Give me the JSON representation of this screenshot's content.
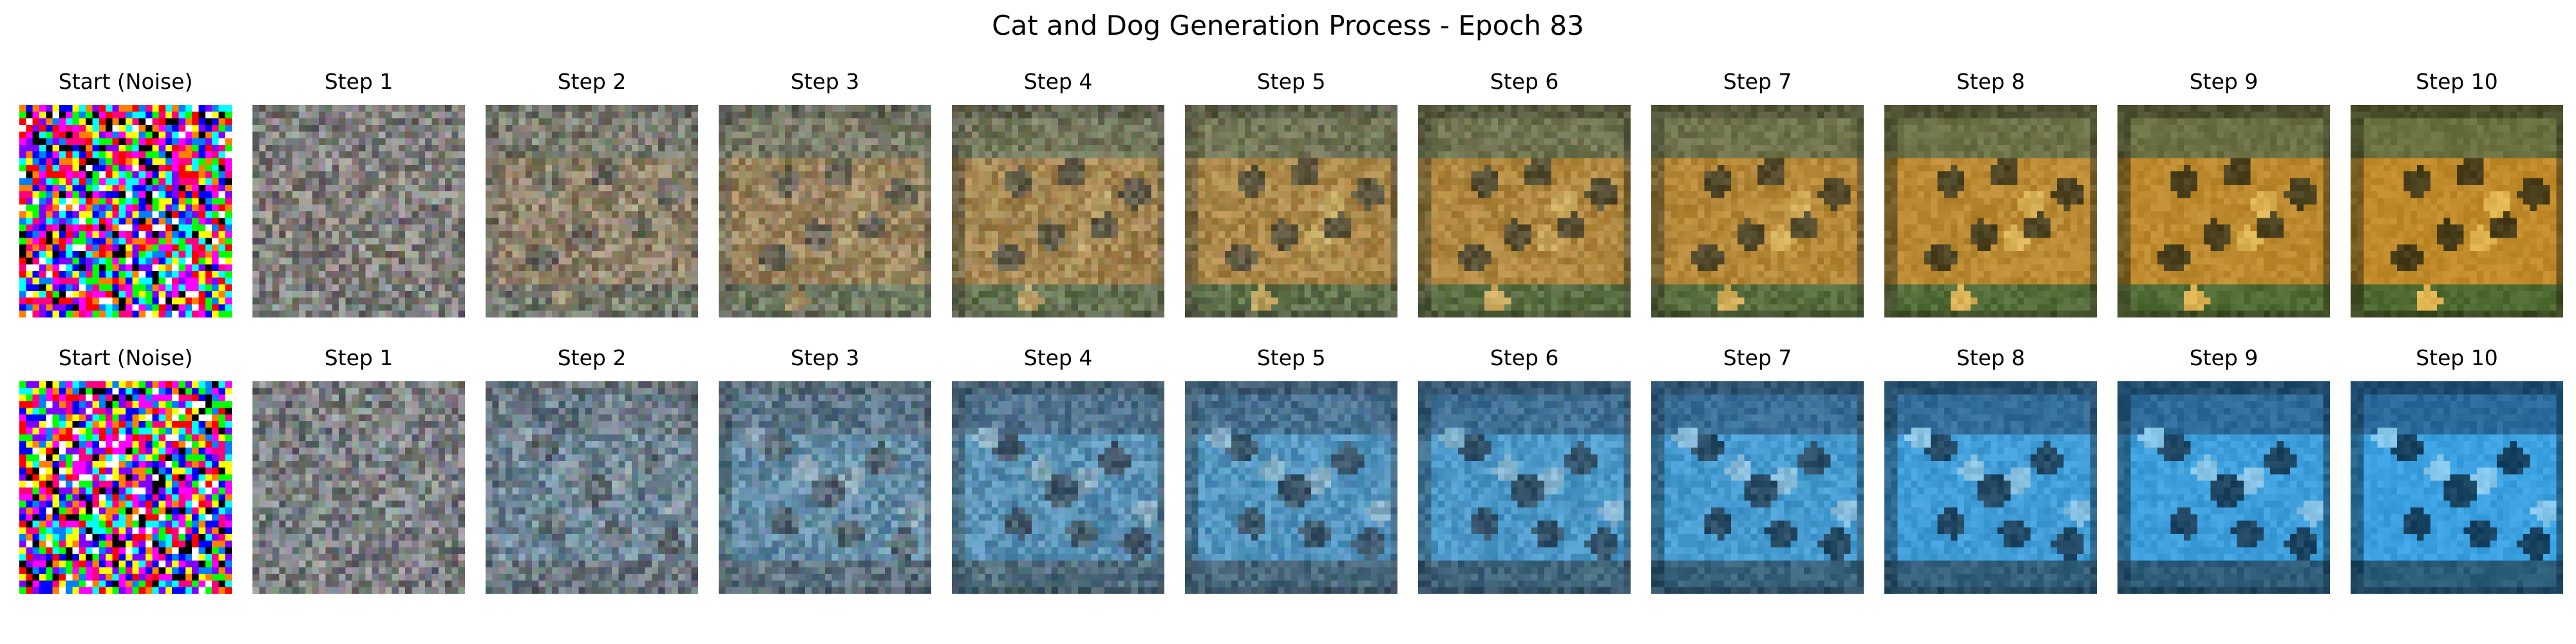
{
  "figure": {
    "title": "Cat and Dog Generation Process - Epoch 83"
  },
  "rows": [
    {
      "id": "cat",
      "palette": {
        "noise_base": "#808080",
        "sky": "#6a7040",
        "body": "#c08a2a",
        "shadow": "#2a2a14",
        "highlight": "#f0c860",
        "grass": "#4e6a30"
      },
      "panels": [
        {
          "title": "Start (Noise)",
          "kind": "noise"
        },
        {
          "title": "Step 1",
          "kind": "gen",
          "progress": 0.05
        },
        {
          "title": "Step 2",
          "kind": "gen",
          "progress": 0.25
        },
        {
          "title": "Step 3",
          "kind": "gen",
          "progress": 0.4
        },
        {
          "title": "Step 4",
          "kind": "gen",
          "progress": 0.55
        },
        {
          "title": "Step 5",
          "kind": "gen",
          "progress": 0.65
        },
        {
          "title": "Step 6",
          "kind": "gen",
          "progress": 0.75
        },
        {
          "title": "Step 7",
          "kind": "gen",
          "progress": 0.83
        },
        {
          "title": "Step 8",
          "kind": "gen",
          "progress": 0.9
        },
        {
          "title": "Step 9",
          "kind": "gen",
          "progress": 0.95
        },
        {
          "title": "Step 10",
          "kind": "gen",
          "progress": 1.0
        }
      ]
    },
    {
      "id": "dog",
      "palette": {
        "noise_base": "#808080",
        "sky": "#2a6a9a",
        "body": "#3aa0e0",
        "shadow": "#0e2a40",
        "highlight": "#a8d8f0",
        "grass": "#2a5c7a"
      },
      "panels": [
        {
          "title": "Start (Noise)",
          "kind": "noise"
        },
        {
          "title": "Step 1",
          "kind": "gen",
          "progress": 0.05
        },
        {
          "title": "Step 2",
          "kind": "gen",
          "progress": 0.25
        },
        {
          "title": "Step 3",
          "kind": "gen",
          "progress": 0.4
        },
        {
          "title": "Step 4",
          "kind": "gen",
          "progress": 0.55
        },
        {
          "title": "Step 5",
          "kind": "gen",
          "progress": 0.65
        },
        {
          "title": "Step 6",
          "kind": "gen",
          "progress": 0.75
        },
        {
          "title": "Step 7",
          "kind": "gen",
          "progress": 0.83
        },
        {
          "title": "Step 8",
          "kind": "gen",
          "progress": 0.9
        },
        {
          "title": "Step 9",
          "kind": "gen",
          "progress": 0.95
        },
        {
          "title": "Step 10",
          "kind": "gen",
          "progress": 1.0
        }
      ]
    }
  ]
}
